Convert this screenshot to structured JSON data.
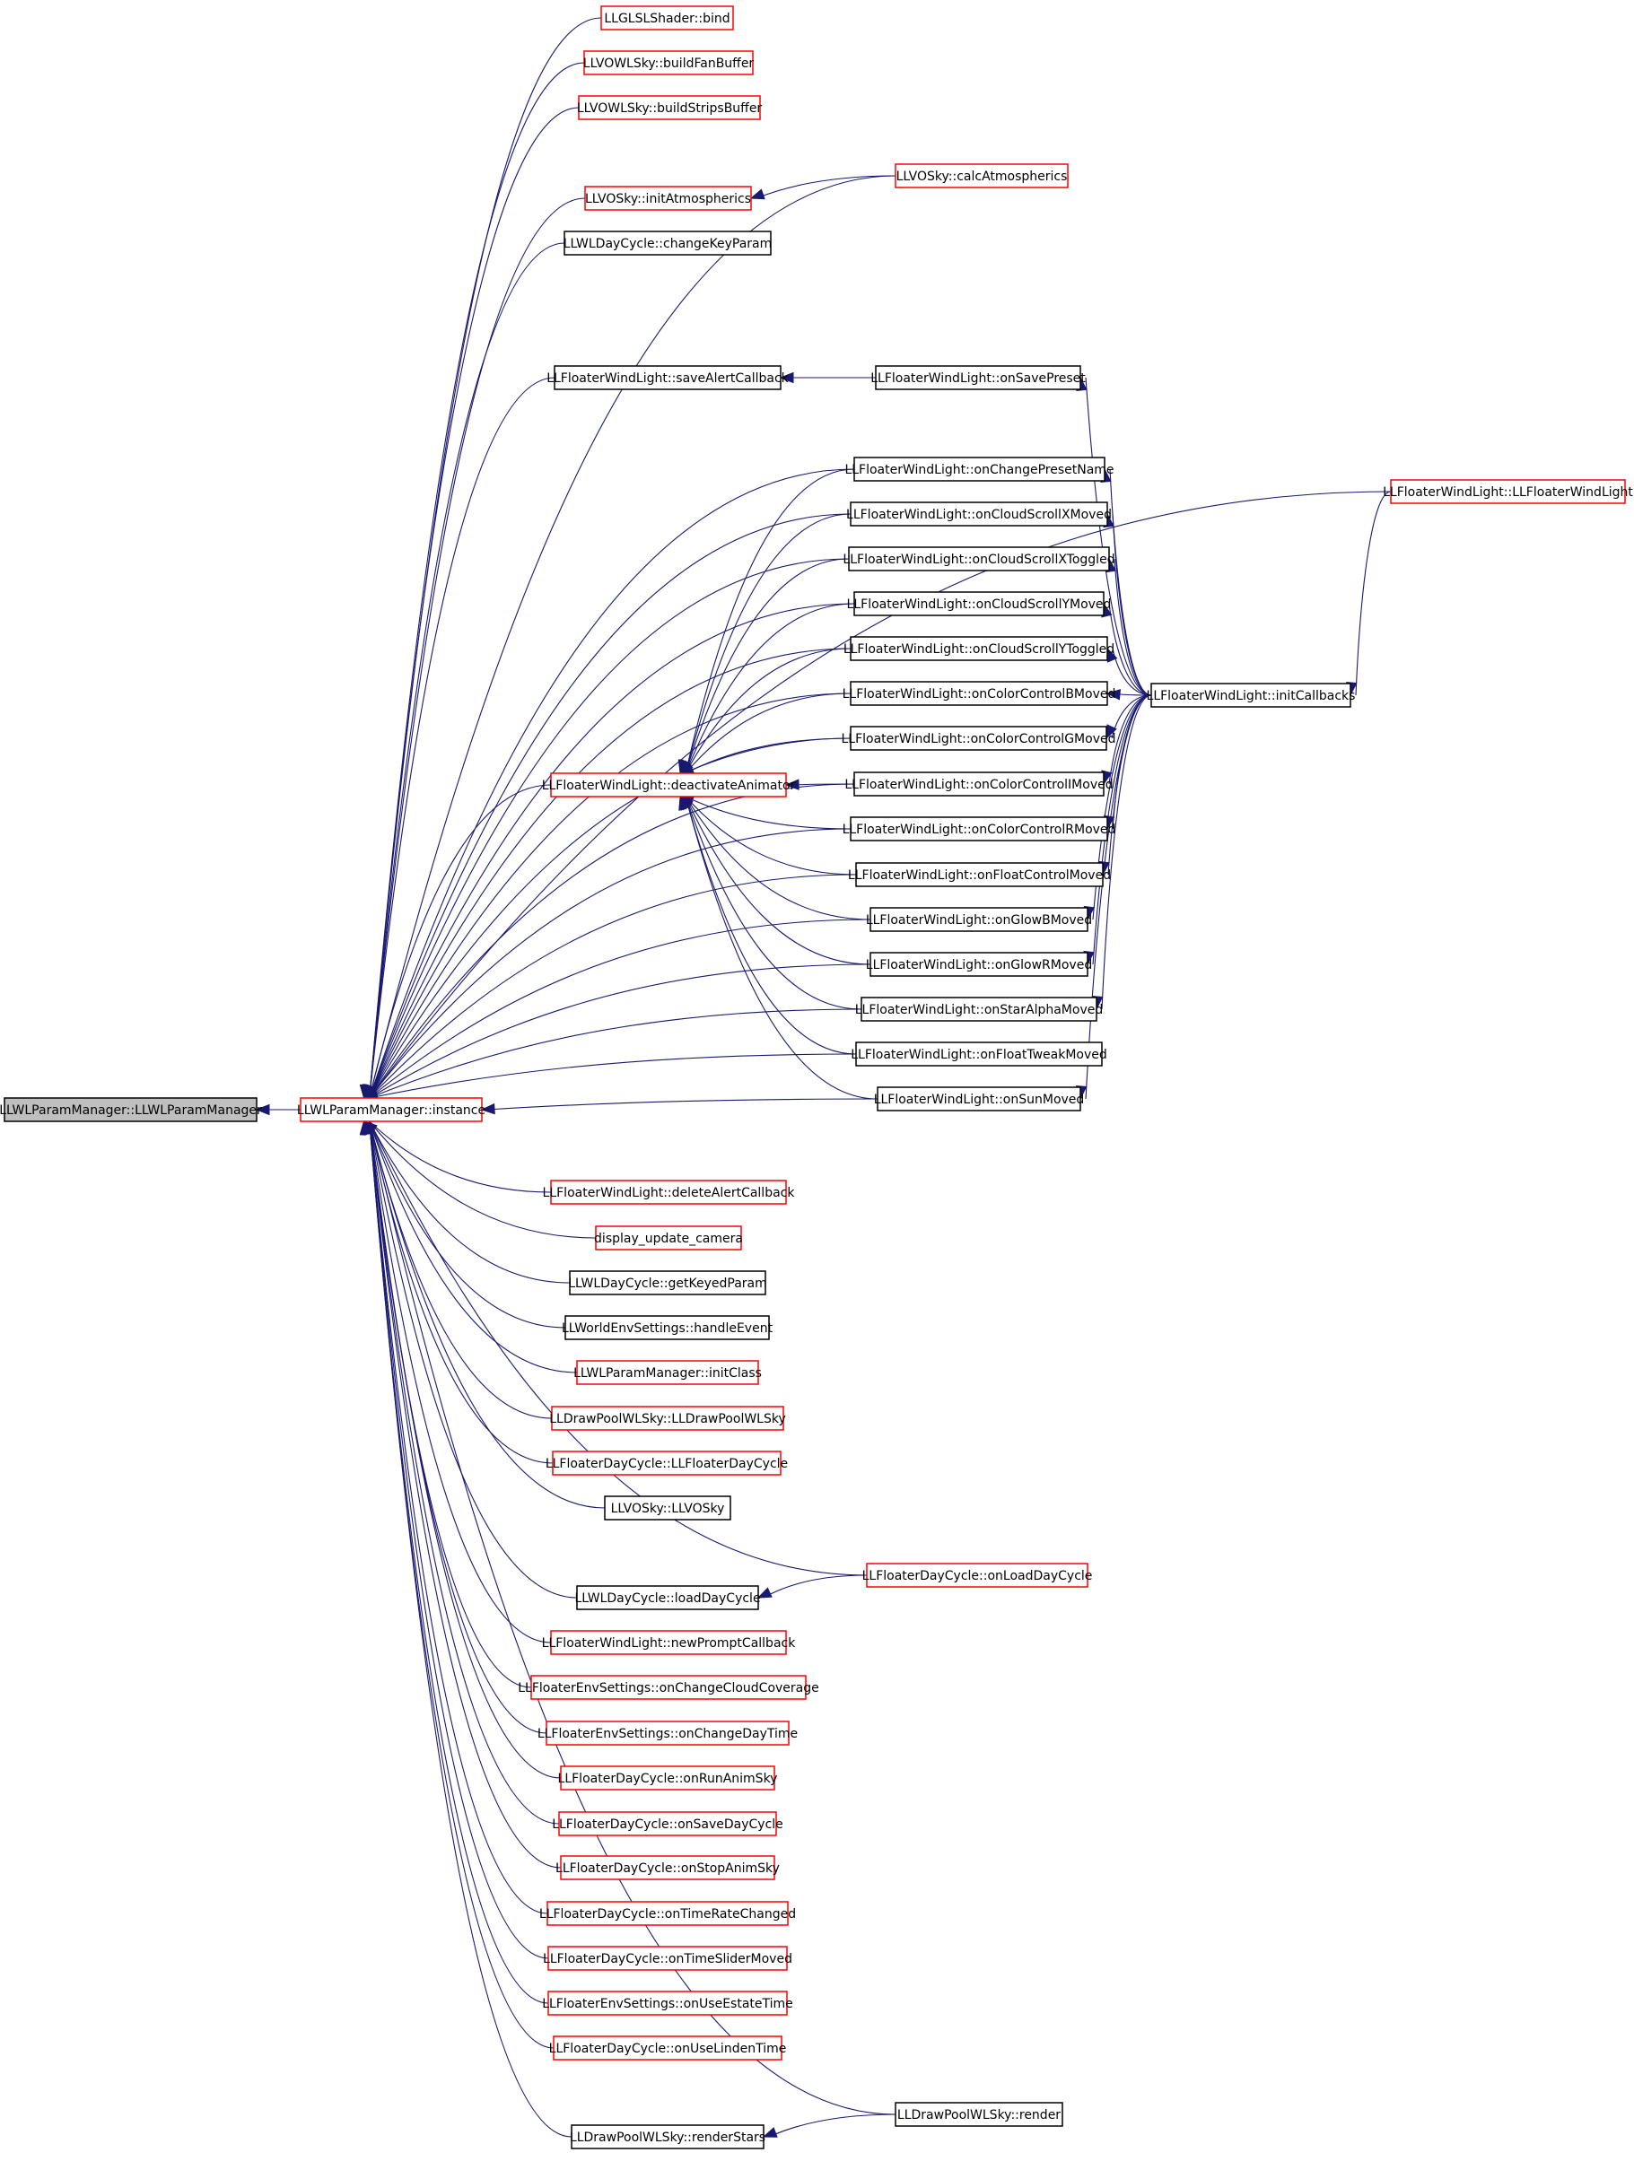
{
  "colors": {
    "edge": "#191970",
    "black_border": "#000000",
    "red_border": "#ff0000",
    "root_fill": "#bfbfbf"
  },
  "nodes": [
    {
      "id": "root",
      "label": "LLWLParamManager::LLWLParamManager",
      "style": "root"
    },
    {
      "id": "instance",
      "label": "LLWLParamManager::instance",
      "style": "red"
    },
    {
      "id": "bind",
      "label": "LLGLSLShader::bind",
      "style": "red"
    },
    {
      "id": "buildFan",
      "label": "LLVOWLSky::buildFanBuffer",
      "style": "red"
    },
    {
      "id": "buildStrips",
      "label": "LLVOWLSky::buildStripsBuffer",
      "style": "red"
    },
    {
      "id": "calcAtmo",
      "label": "LLVOSky::calcAtmospherics",
      "style": "red"
    },
    {
      "id": "initAtmo",
      "label": "LLVOSky::initAtmospherics",
      "style": "red"
    },
    {
      "id": "changeKey",
      "label": "LLWLDayCycle::changeKeyParam",
      "style": "black"
    },
    {
      "id": "saveAlert",
      "label": "LLFloaterWindLight::saveAlertCallback",
      "style": "black"
    },
    {
      "id": "onSavePreset",
      "label": "LLFloaterWindLight::onSavePreset",
      "style": "black"
    },
    {
      "id": "fwlCtor",
      "label": "LLFloaterWindLight::LLFloaterWindLight",
      "style": "red"
    },
    {
      "id": "onChangePreset",
      "label": "LLFloaterWindLight::onChangePresetName",
      "style": "black"
    },
    {
      "id": "onCSXMoved",
      "label": "LLFloaterWindLight::onCloudScrollXMoved",
      "style": "black"
    },
    {
      "id": "onCSXToggled",
      "label": "LLFloaterWindLight::onCloudScrollXToggled",
      "style": "black"
    },
    {
      "id": "onCSYMoved",
      "label": "LLFloaterWindLight::onCloudScrollYMoved",
      "style": "black"
    },
    {
      "id": "onCSYToggled",
      "label": "LLFloaterWindLight::onCloudScrollYToggled",
      "style": "black"
    },
    {
      "id": "onCCBMoved",
      "label": "LLFloaterWindLight::onColorControlBMoved",
      "style": "black"
    },
    {
      "id": "initCallbacks",
      "label": "LLFloaterWindLight::initCallbacks",
      "style": "black"
    },
    {
      "id": "onCCGMoved",
      "label": "LLFloaterWindLight::onColorControlGMoved",
      "style": "black"
    },
    {
      "id": "deactivate",
      "label": "LLFloaterWindLight::deactivateAnimator",
      "style": "red"
    },
    {
      "id": "onCCIMoved",
      "label": "LLFloaterWindLight::onColorControlIMoved",
      "style": "black"
    },
    {
      "id": "onCCRMoved",
      "label": "LLFloaterWindLight::onColorControlRMoved",
      "style": "black"
    },
    {
      "id": "onFCMoved",
      "label": "LLFloaterWindLight::onFloatControlMoved",
      "style": "black"
    },
    {
      "id": "onGlowB",
      "label": "LLFloaterWindLight::onGlowBMoved",
      "style": "black"
    },
    {
      "id": "onGlowR",
      "label": "LLFloaterWindLight::onGlowRMoved",
      "style": "black"
    },
    {
      "id": "onStarAlpha",
      "label": "LLFloaterWindLight::onStarAlphaMoved",
      "style": "black"
    },
    {
      "id": "onFloatTweak",
      "label": "LLFloaterWindLight::onFloatTweakMoved",
      "style": "black"
    },
    {
      "id": "onSunMoved",
      "label": "LLFloaterWindLight::onSunMoved",
      "style": "black"
    },
    {
      "id": "deleteAlert",
      "label": "LLFloaterWindLight::deleteAlertCallback",
      "style": "red"
    },
    {
      "id": "displayCam",
      "label": "display_update_camera",
      "style": "red"
    },
    {
      "id": "getKeyed",
      "label": "LLWLDayCycle::getKeyedParam",
      "style": "black"
    },
    {
      "id": "handleEvent",
      "label": "LLWorldEnvSettings::handleEvent",
      "style": "black"
    },
    {
      "id": "initClass",
      "label": "LLWLParamManager::initClass",
      "style": "red"
    },
    {
      "id": "drawPoolCtor",
      "label": "LLDrawPoolWLSky::LLDrawPoolWLSky",
      "style": "red"
    },
    {
      "id": "fdcCtor",
      "label": "LLFloaterDayCycle::LLFloaterDayCycle",
      "style": "red"
    },
    {
      "id": "voskyCtor",
      "label": "LLVOSky::LLVOSky",
      "style": "black"
    },
    {
      "id": "onLoadDay",
      "label": "LLFloaterDayCycle::onLoadDayCycle",
      "style": "red"
    },
    {
      "id": "loadDay",
      "label": "LLWLDayCycle::loadDayCycle",
      "style": "black"
    },
    {
      "id": "newPrompt",
      "label": "LLFloaterWindLight::newPromptCallback",
      "style": "red"
    },
    {
      "id": "onCloudCov",
      "label": "LLFloaterEnvSettings::onChangeCloudCoverage",
      "style": "red"
    },
    {
      "id": "onDayTime",
      "label": "LLFloaterEnvSettings::onChangeDayTime",
      "style": "red"
    },
    {
      "id": "onRunAnim",
      "label": "LLFloaterDayCycle::onRunAnimSky",
      "style": "red"
    },
    {
      "id": "onSaveDay",
      "label": "LLFloaterDayCycle::onSaveDayCycle",
      "style": "red"
    },
    {
      "id": "onStopAnim",
      "label": "LLFloaterDayCycle::onStopAnimSky",
      "style": "red"
    },
    {
      "id": "onTimeRate",
      "label": "LLFloaterDayCycle::onTimeRateChanged",
      "style": "red"
    },
    {
      "id": "onTimeSlider",
      "label": "LLFloaterDayCycle::onTimeSliderMoved",
      "style": "red"
    },
    {
      "id": "onUseEstate",
      "label": "LLFloaterEnvSettings::onUseEstateTime",
      "style": "red"
    },
    {
      "id": "onUseLinden",
      "label": "LLFloaterDayCycle::onUseLindenTime",
      "style": "red"
    },
    {
      "id": "render",
      "label": "LLDrawPoolWLSky::render",
      "style": "black"
    },
    {
      "id": "renderStars",
      "label": "LLDrawPoolWLSky::renderStars",
      "style": "black"
    }
  ],
  "edges": [
    [
      "instance",
      "root"
    ],
    [
      "bind",
      "instance"
    ],
    [
      "buildFan",
      "instance"
    ],
    [
      "buildStrips",
      "instance"
    ],
    [
      "calcAtmo",
      "instance"
    ],
    [
      "initAtmo",
      "instance"
    ],
    [
      "changeKey",
      "instance"
    ],
    [
      "fwlCtor",
      "instance"
    ],
    [
      "saveAlert",
      "instance"
    ],
    [
      "onChangePreset",
      "instance"
    ],
    [
      "onCSXMoved",
      "instance"
    ],
    [
      "onCSXToggled",
      "instance"
    ],
    [
      "onCSYMoved",
      "instance"
    ],
    [
      "onCSYToggled",
      "instance"
    ],
    [
      "onCCBMoved",
      "instance"
    ],
    [
      "onCCGMoved",
      "instance"
    ],
    [
      "deactivate",
      "instance"
    ],
    [
      "onCCIMoved",
      "instance"
    ],
    [
      "onCCRMoved",
      "instance"
    ],
    [
      "onFCMoved",
      "instance"
    ],
    [
      "onGlowB",
      "instance"
    ],
    [
      "onGlowR",
      "instance"
    ],
    [
      "onStarAlpha",
      "instance"
    ],
    [
      "onFloatTweak",
      "instance"
    ],
    [
      "onSunMoved",
      "instance"
    ],
    [
      "deleteAlert",
      "instance"
    ],
    [
      "displayCam",
      "instance"
    ],
    [
      "getKeyed",
      "instance"
    ],
    [
      "handleEvent",
      "instance"
    ],
    [
      "initClass",
      "instance"
    ],
    [
      "drawPoolCtor",
      "instance"
    ],
    [
      "fdcCtor",
      "instance"
    ],
    [
      "voskyCtor",
      "instance"
    ],
    [
      "onLoadDay",
      "instance"
    ],
    [
      "loadDay",
      "instance"
    ],
    [
      "newPrompt",
      "instance"
    ],
    [
      "onCloudCov",
      "instance"
    ],
    [
      "onDayTime",
      "instance"
    ],
    [
      "onRunAnim",
      "instance"
    ],
    [
      "onSaveDay",
      "instance"
    ],
    [
      "onStopAnim",
      "instance"
    ],
    [
      "onTimeRate",
      "instance"
    ],
    [
      "onTimeSlider",
      "instance"
    ],
    [
      "onUseEstate",
      "instance"
    ],
    [
      "onUseLinden",
      "instance"
    ],
    [
      "render",
      "instance"
    ],
    [
      "renderStars",
      "instance"
    ],
    [
      "calcAtmo",
      "initAtmo"
    ],
    [
      "onSavePreset",
      "saveAlert"
    ],
    [
      "initCallbacks",
      "onSavePreset"
    ],
    [
      "fwlCtor",
      "initCallbacks"
    ],
    [
      "initCallbacks",
      "onChangePreset"
    ],
    [
      "initCallbacks",
      "onCSXMoved"
    ],
    [
      "initCallbacks",
      "onCSXToggled"
    ],
    [
      "initCallbacks",
      "onCSYMoved"
    ],
    [
      "initCallbacks",
      "onCSYToggled"
    ],
    [
      "initCallbacks",
      "onCCBMoved"
    ],
    [
      "initCallbacks",
      "onCCGMoved"
    ],
    [
      "initCallbacks",
      "onCCIMoved"
    ],
    [
      "initCallbacks",
      "onCCRMoved"
    ],
    [
      "initCallbacks",
      "onFCMoved"
    ],
    [
      "initCallbacks",
      "onGlowB"
    ],
    [
      "initCallbacks",
      "onGlowR"
    ],
    [
      "initCallbacks",
      "onStarAlpha"
    ],
    [
      "initCallbacks",
      "onSunMoved"
    ],
    [
      "onChangePreset",
      "deactivate"
    ],
    [
      "onCSXMoved",
      "deactivate"
    ],
    [
      "onCSXToggled",
      "deactivate"
    ],
    [
      "onCSYMoved",
      "deactivate"
    ],
    [
      "onCSYToggled",
      "deactivate"
    ],
    [
      "onCCBMoved",
      "deactivate"
    ],
    [
      "onCCGMoved",
      "deactivate"
    ],
    [
      "onCCIMoved",
      "deactivate"
    ],
    [
      "onCCRMoved",
      "deactivate"
    ],
    [
      "onFCMoved",
      "deactivate"
    ],
    [
      "onGlowB",
      "deactivate"
    ],
    [
      "onGlowR",
      "deactivate"
    ],
    [
      "onStarAlpha",
      "deactivate"
    ],
    [
      "onFloatTweak",
      "deactivate"
    ],
    [
      "onSunMoved",
      "deactivate"
    ],
    [
      "onLoadDay",
      "loadDay"
    ],
    [
      "render",
      "renderStars"
    ]
  ]
}
